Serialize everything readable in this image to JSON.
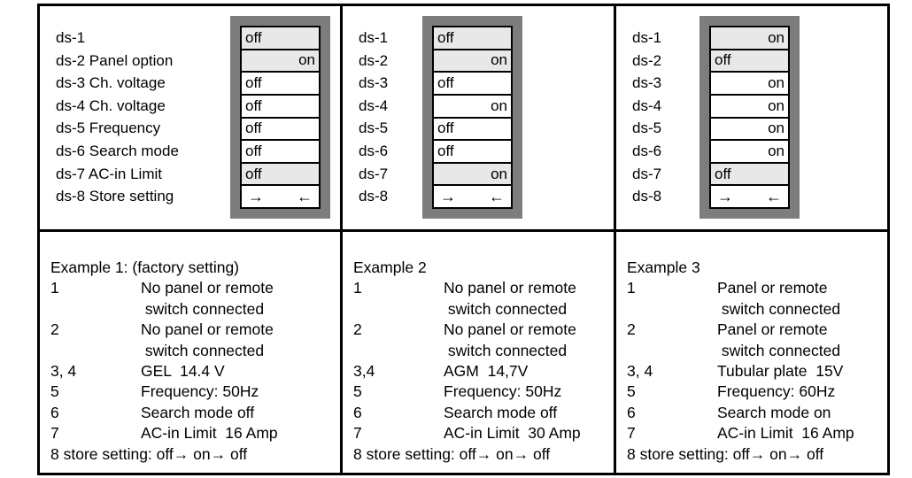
{
  "colors": {
    "frame_gray": "#7d7d7d",
    "cell_shaded": "#e8e8e8",
    "cell_white": "#ffffff",
    "border_black": "#000000"
  },
  "icons": {
    "arrow_right": "→",
    "arrow_left": "←"
  },
  "panels": [
    {
      "labels": [
        "ds-1",
        "ds-2 Panel option",
        "ds-3 Ch. voltage",
        "ds-4 Ch. voltage",
        "ds-5 Frequency",
        "ds-6 Search mode",
        "ds-7 AC-in Limit",
        "ds-8 Store setting"
      ],
      "switches": [
        "off",
        "on",
        "off",
        "off",
        "off",
        "off",
        "off"
      ]
    },
    {
      "labels": [
        "ds-1",
        "ds-2",
        "ds-3",
        "ds-4",
        "ds-5",
        "ds-6",
        "ds-7",
        "ds-8"
      ],
      "switches": [
        "off",
        "on",
        "off",
        "on",
        "off",
        "off",
        "on"
      ]
    },
    {
      "labels": [
        "ds-1",
        "ds-2",
        "ds-3",
        "ds-4",
        "ds-5",
        "ds-6",
        "ds-7",
        "ds-8"
      ],
      "switches": [
        "on",
        "off",
        "on",
        "on",
        "on",
        "on",
        "off"
      ]
    }
  ],
  "examples": [
    {
      "title": "Example 1: (factory setting)",
      "rows": [
        {
          "num": "1",
          "desc": "No panel or remote"
        },
        {
          "num": "",
          "desc": " switch connected"
        },
        {
          "num": "2",
          "desc": "No panel or remote"
        },
        {
          "num": "",
          "desc": " switch connected"
        },
        {
          "num": "3, 4",
          "desc": "GEL  14.4 V"
        },
        {
          "num": "5",
          "desc": "Frequency: 50Hz"
        },
        {
          "num": "6",
          "desc": "Search mode off"
        },
        {
          "num": "7",
          "desc": "AC-in Limit  16 Amp"
        }
      ],
      "footer": "8 store setting: off→ on→ off"
    },
    {
      "title": "Example 2",
      "rows": [
        {
          "num": "1",
          "desc": "No panel or remote"
        },
        {
          "num": "",
          "desc": " switch connected"
        },
        {
          "num": "2",
          "desc": "No panel or remote"
        },
        {
          "num": "",
          "desc": " switch connected"
        },
        {
          "num": "3,4",
          "desc": "AGM  14,7V"
        },
        {
          "num": "5",
          "desc": "Frequency: 50Hz"
        },
        {
          "num": "6",
          "desc": "Search mode off"
        },
        {
          "num": "7",
          "desc": "AC-in Limit  30 Amp"
        }
      ],
      "footer": "8 store setting: off→ on→ off"
    },
    {
      "title": "Example 3",
      "rows": [
        {
          "num": "1",
          "desc": "Panel or remote"
        },
        {
          "num": "",
          "desc": " switch connected"
        },
        {
          "num": "2",
          "desc": "Panel or remote"
        },
        {
          "num": "",
          "desc": " switch connected"
        },
        {
          "num": "3, 4",
          "desc": "Tubular plate  15V"
        },
        {
          "num": "5",
          "desc": "Frequency: 60Hz"
        },
        {
          "num": "6",
          "desc": "Search mode on"
        },
        {
          "num": "7",
          "desc": "AC-in Limit  16 Amp"
        }
      ],
      "footer": "8 store setting: off→ on→ off"
    }
  ]
}
